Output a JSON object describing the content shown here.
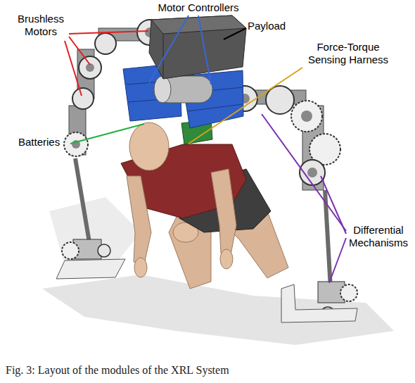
{
  "diagram": {
    "caption": "Fig. 3: Layout of the modules of the XRL System",
    "labels": [
      "Motor Controllers",
      "Brushless Motors",
      "Payload",
      "Force-Torque Sensing Harness",
      "Batteries",
      "Differential Mechanisms"
    ]
  }
}
